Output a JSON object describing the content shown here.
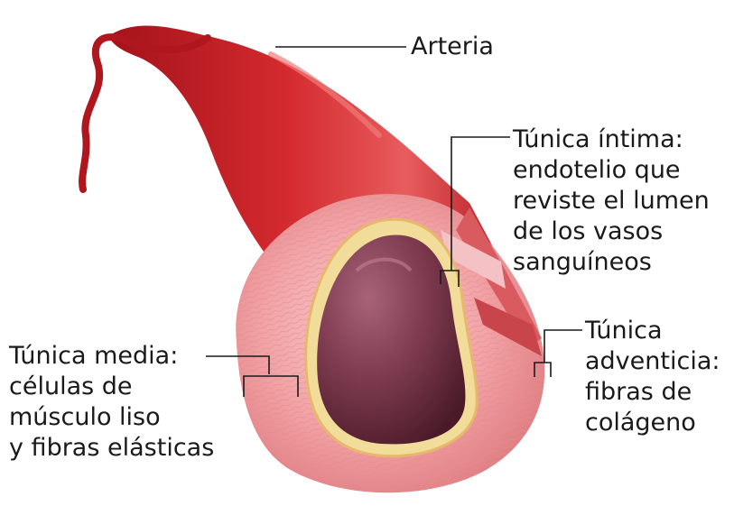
{
  "diagram": {
    "labels": {
      "arteria": "Arteria",
      "intima": [
        "Túnica íntima:",
        "endotelio que",
        "reviste el lumen",
        "de los vasos",
        "sanguíneos"
      ],
      "media": [
        "Túnica media:",
        "células de",
        "músculo liso",
        "y fibras elásticas"
      ],
      "adventicia": [
        "Túnica",
        "adventicia:",
        "fibras de",
        "colágeno"
      ]
    },
    "colors": {
      "artery_dark": "#a3131a",
      "artery_mid": "#d42a2f",
      "artery_light": "#e85c5d",
      "wall_pink": "#f2a3a6",
      "wall_light": "#f8cfd0",
      "lumen_dark": "#5a2232",
      "lumen_mid": "#8c4b5e",
      "intima_yellow": "#f2dc9a",
      "leader_line": "#1a1a1a"
    }
  }
}
